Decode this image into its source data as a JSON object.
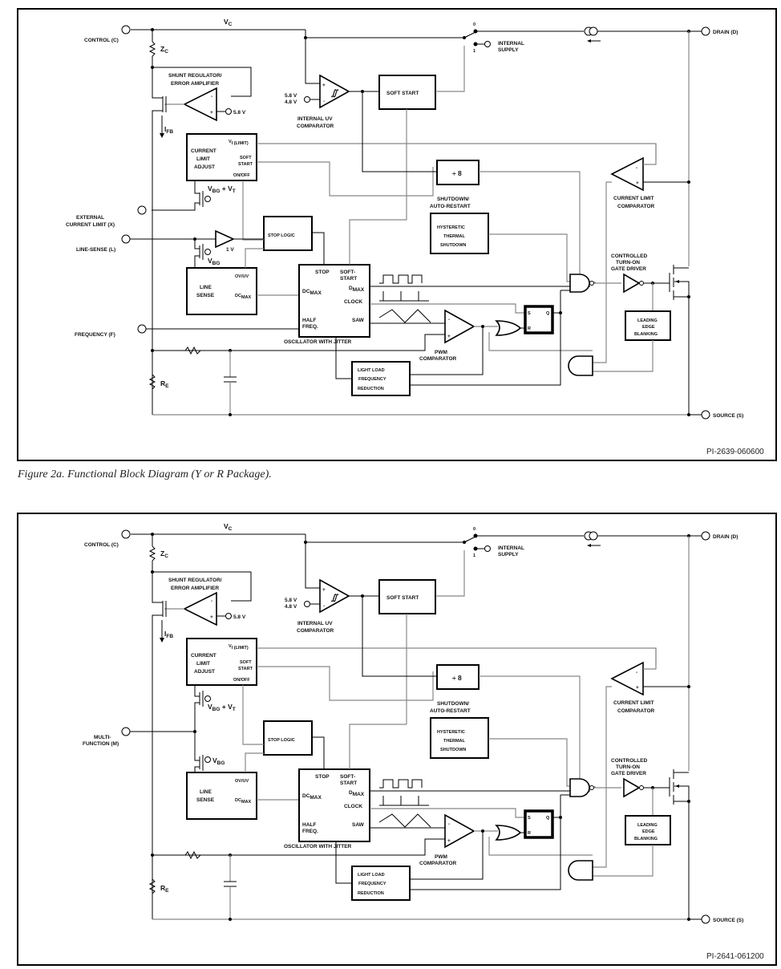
{
  "figure_a": {
    "caption": "Figure 2a.  Functional Block Diagram (Y or R Package).",
    "part_id": "PI-2639-060600",
    "pins": {
      "control": "CONTROL (C)",
      "drain": "DRAIN (D)",
      "source": "SOURCE (S)",
      "ext_limit_1": "EXTERNAL",
      "ext_limit_2": "CURRENT LIMIT (X)",
      "line_sense": "LINE-SENSE (L)",
      "frequency": "FREQUENCY (F)"
    }
  },
  "figure_b": {
    "part_id": "PI-2641-061200",
    "pins": {
      "control": "CONTROL (C)",
      "drain": "DRAIN (D)",
      "source": "SOURCE (S)",
      "multi_1": "MULTI-",
      "multi_2": "FUNCTION (M)"
    }
  },
  "labels": {
    "vc": "V",
    "vc_sub": "C",
    "zc": "Z",
    "zc_sub": "C",
    "re": "R",
    "re_sub": "E",
    "ifb": "I",
    "ifb_sub": "FB",
    "shunt_1": "SHUNT REGULATOR/",
    "shunt_2": "ERROR AMPLIFIER",
    "v58": "5.8 V",
    "uv_hi": "5.8 V",
    "uv_lo": "4.8 V",
    "uv_comp_1": "INTERNAL UV",
    "uv_comp_2": "COMPARATOR",
    "soft_start": "SOFT START",
    "sw_0": "0",
    "sw_1": "1",
    "internal_1": "INTERNAL",
    "internal_2": "SUPPLY",
    "cla_1": "CURRENT",
    "cla_2": "LIMIT",
    "cla_3": "ADJUST",
    "cla_vil": "V",
    "cla_vil_sub": "I (LIMIT)",
    "cla_ss1": "SOFT",
    "cla_ss2": "START",
    "cla_onoff": "ON/OFF",
    "vbgvt": "V",
    "vbgvt_sub": "BG",
    "vbgvt_plus": " + V",
    "vbgvt_sub2": "T",
    "vbg": "V",
    "vbg_sub": "BG",
    "one_v": "1 V",
    "div8": "÷ 8",
    "shutdown_1": "SHUTDOWN/",
    "shutdown_2": "AUTO-RESTART",
    "hts_1": "HYSTERETIC",
    "hts_2": "THERMAL",
    "hts_3": "SHUTDOWN",
    "stop_logic": "STOP LOGIC",
    "ls_1": "LINE",
    "ls_2": "SENSE",
    "ls_ovuv": "OV/UV",
    "ls_dc": "DC",
    "ls_dc_sub": "MAX",
    "osc_stop": "STOP",
    "osc_ss1": "SOFT-",
    "osc_ss2": "START",
    "osc_dmax": "D",
    "osc_dmax_sub": "MAX",
    "osc_dcmax": "DC",
    "osc_dcmax_sub": "MAX",
    "osc_clock": "CLOCK",
    "osc_half1": "HALF",
    "osc_half2": "FREQ.",
    "osc_saw": "SAW",
    "osc_title": "OSCILLATOR WITH JITTER",
    "pwm_1": "PWM",
    "pwm_2": "COMPARATOR",
    "llfr_1": "LIGHT LOAD",
    "llfr_2": "FREQUENCY",
    "llfr_3": "REDUCTION",
    "clc_1": "CURRENT LIMIT",
    "clc_2": "COMPARATOR",
    "gd_1": "CONTROLLED",
    "gd_2": "TURN-ON",
    "gd_3": "GATE DRIVER",
    "leb_1": "LEADING",
    "leb_2": "EDGE",
    "leb_3": "BLANKING",
    "ff_s": "S",
    "ff_q": "Q",
    "ff_r": "R",
    "minus": "-",
    "plus": "+"
  }
}
